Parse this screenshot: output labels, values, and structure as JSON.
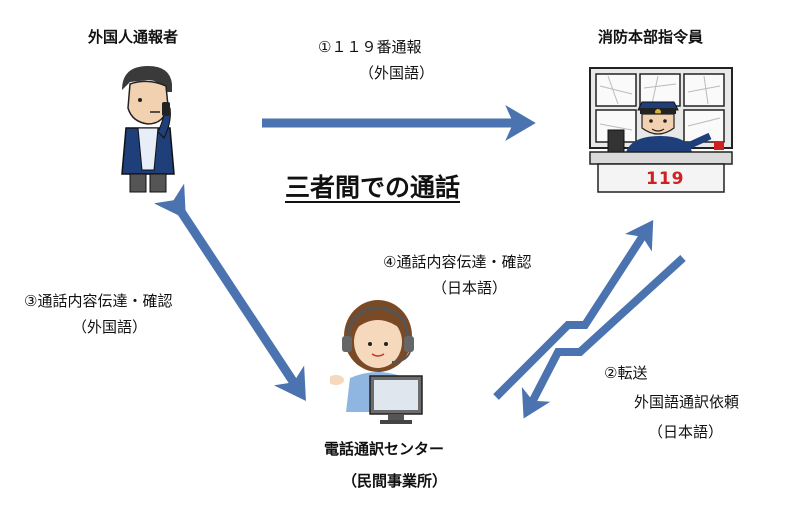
{
  "title": "三者間での通話",
  "nodes": {
    "caller": {
      "label": "外国人通報者"
    },
    "dispatcher": {
      "label": "消防本部指令員",
      "panel_number": "119"
    },
    "center": {
      "label_line1": "電話通訳センター",
      "label_line2": "（民間事業所）"
    }
  },
  "steps": {
    "s1": {
      "line1": "①１１９番通報",
      "line2": "（外国語）"
    },
    "s2": {
      "line1": "②転送",
      "line2": "外国語通訳依頼",
      "line3": "（日本語）"
    },
    "s3": {
      "line1": "③通話内容伝達・確認",
      "line2": "（外国語）"
    },
    "s4": {
      "line1": "④通話内容伝達・確認",
      "line2": "（日本語）"
    }
  },
  "colors": {
    "arrow": "#4a73b0",
    "arrow_dark": "#345b95",
    "panel_red": "#d02020"
  }
}
